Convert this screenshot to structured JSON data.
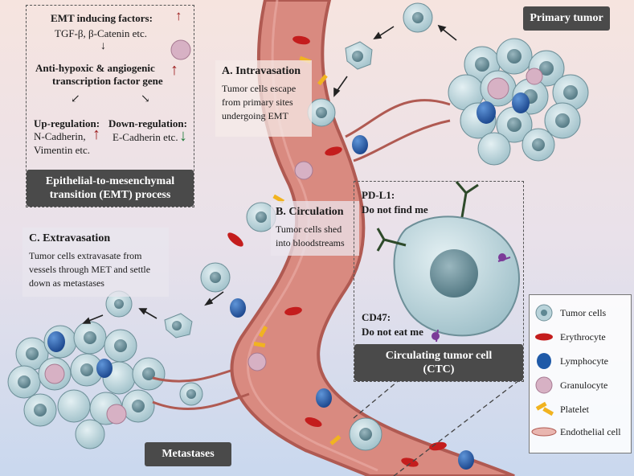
{
  "emt_box": {
    "factors_label": "EMT inducing factors",
    "factors_colon": ":",
    "factors_examples": "TGF-β, β-Catenin etc.",
    "hypoxic_line1": "Anti-hypoxic & angiogenic",
    "hypoxic_line2": "transcription factor gene",
    "up_label": "Up-regulation:",
    "up_line1": "N-Cadherin,",
    "up_line2": "Vimentin etc.",
    "down_label": "Down-regulation:",
    "down_line1": "E-Cadherin etc.",
    "title_line1": "Epithelial-to-mesenchymal",
    "title_line2": "transition (EMT) process"
  },
  "primary_tumor": "Primary tumor",
  "metastases": "Metastases",
  "intravasation": {
    "title": "A. Intravasation",
    "line1": "Tumor cells escape",
    "line2": "from primary sites",
    "line3": "undergoing EMT"
  },
  "circulation": {
    "title": "B. Circulation",
    "line1": "Tumor cells shed",
    "line2": "into bloodstreams"
  },
  "extravasation": {
    "title": "C. Extravasation",
    "line1": "Tumor cells extravasate from",
    "line2": "vessels through MET and settle",
    "line3": "down as metastases"
  },
  "ctc_box": {
    "pdl1_title": "PD-L1:",
    "pdl1_text": "Do not find me",
    "cd47_title": "CD47:",
    "cd47_text": "Do not eat me",
    "title_line1": "Circulating tumor cell",
    "title_line2": "(CTC)"
  },
  "legend": [
    {
      "icon": "tumor-cell-icon",
      "label": "Tumor cells"
    },
    {
      "icon": "erythrocyte-icon",
      "label": "Erythrocyte"
    },
    {
      "icon": "lymphocyte-icon",
      "label": "Lymphocyte"
    },
    {
      "icon": "granulocyte-icon",
      "label": "Granulocyte"
    },
    {
      "icon": "platelet-icon",
      "label": "Platelet"
    },
    {
      "icon": "endothelial-cell-icon",
      "label": "Endothelial cell"
    }
  ],
  "colors": {
    "vessel": "#d9837a",
    "vessel_wall": "#b85a52",
    "tumor_cell": "#b9d3da",
    "nucleus": "#5f8893",
    "erythrocyte": "#c41d1d",
    "lymphocyte": "#1f5aa8",
    "granulocyte": "#c89ab0",
    "platelet": "#f1b320"
  }
}
